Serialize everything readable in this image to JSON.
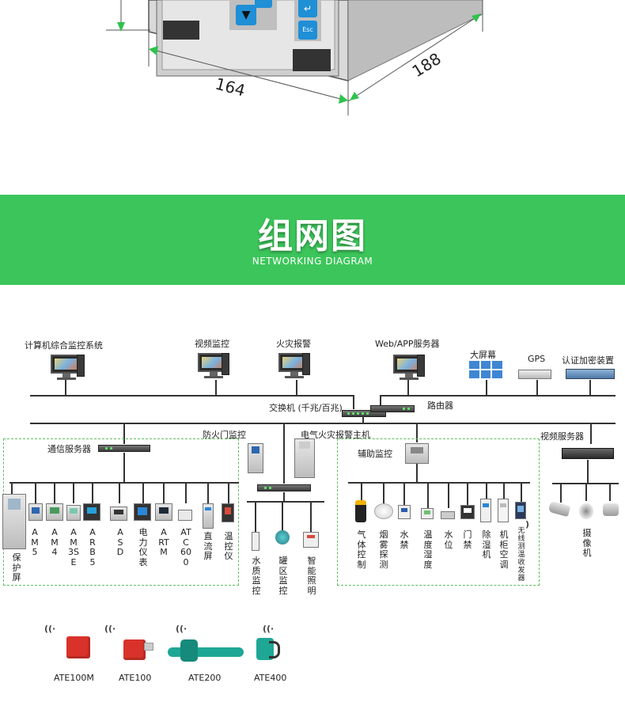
{
  "top_product": {
    "dim_width": "164",
    "dim_depth": "188",
    "key_down_label": "▼",
    "key_enter_label": "↵",
    "key_esc_label": "Esc"
  },
  "banner": {
    "title": "组网图",
    "subtitle": "NETWORKING DIAGRAM"
  },
  "top_nodes": {
    "integrated_monitoring": "计算机综合监控系统",
    "video_monitoring": "视频监控",
    "fire_alarm": "火灾报警",
    "web_app_server": "Web/APP服务器",
    "big_screen": "大屏幕",
    "gps": "GPS",
    "encryption_device": "认证加密装置"
  },
  "network": {
    "switch": "交换机 (千兆/百兆)",
    "router": "路由器",
    "fire_door": "防火门监控",
    "electrical_fire": "电气火灾报警主机",
    "video_server": "视频服务器"
  },
  "comm_group": {
    "title": "通信服务器",
    "devices": [
      "保护屏",
      "AM5",
      "AM4",
      "AM3SE",
      "ARB5",
      "ASD",
      "电力仪表",
      "ARTM",
      "ATC600",
      "直流屏",
      "温控仪"
    ]
  },
  "middle_group": {
    "devices": [
      "水质监控",
      "罐区监控",
      "智能照明"
    ]
  },
  "aux_group": {
    "title": "辅助监控",
    "devices": [
      "气体控制",
      "烟雾探测",
      "水禁",
      "温度湿度",
      "水位",
      "门禁",
      "除湿机",
      "机柜空调",
      "无线测温收发器"
    ]
  },
  "camera_group": {
    "devices": [
      "摄像机"
    ]
  },
  "sensors": [
    "ATE100M",
    "ATE100",
    "ATE200",
    "ATE400"
  ],
  "colors": {
    "banner_green": "#3cc55a",
    "dim_arrow_green": "#2fc24e",
    "group_border_green": "#5fbf5f"
  }
}
